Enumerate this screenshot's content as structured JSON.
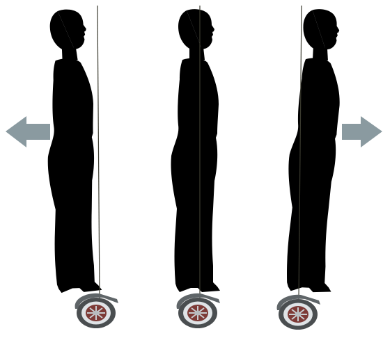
{
  "diagram": {
    "figures": [
      {
        "id": "lean-back",
        "lean": "backward",
        "direction": "left"
      },
      {
        "id": "upright",
        "lean": "none",
        "direction": "stop"
      },
      {
        "id": "lean-forward",
        "lean": "forward",
        "direction": "right"
      }
    ],
    "arrows": [
      {
        "id": "left",
        "meaning": "move-backward"
      },
      {
        "id": "right",
        "meaning": "move-forward"
      }
    ],
    "colors": {
      "figure": "#76878d",
      "arrow": "#8a9aa0",
      "reference_line": "#3b3b2f",
      "wheel_tire": "#4a4e50",
      "wheel_hub": "#7d3a36"
    }
  }
}
